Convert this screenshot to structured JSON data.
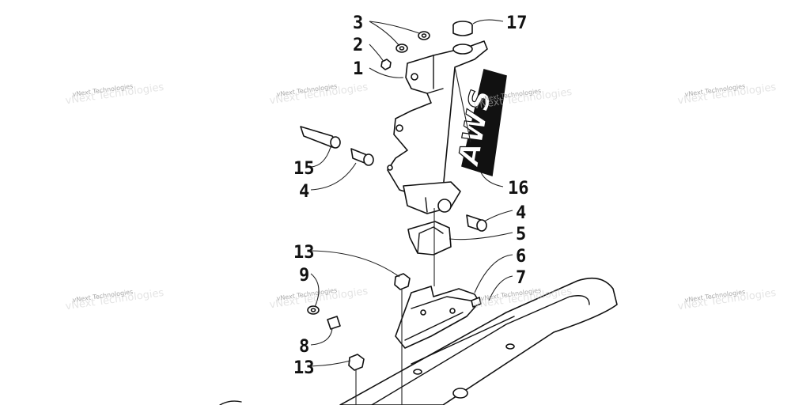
{
  "watermark": {
    "text": "vNext Technologies"
  },
  "decal": {
    "text": "AWS"
  },
  "callouts": {
    "c1": "1",
    "c2": "2",
    "c3": "3",
    "c4a": "4",
    "c4b": "4",
    "c5": "5",
    "c6": "6",
    "c7": "7",
    "c8": "8",
    "c9": "9",
    "c13a": "13",
    "c13b": "13",
    "c15": "15",
    "c16": "16",
    "c17": "17"
  },
  "colors": {
    "line": "#111111",
    "decal_fill": "#111111",
    "watermark": "#999999"
  }
}
